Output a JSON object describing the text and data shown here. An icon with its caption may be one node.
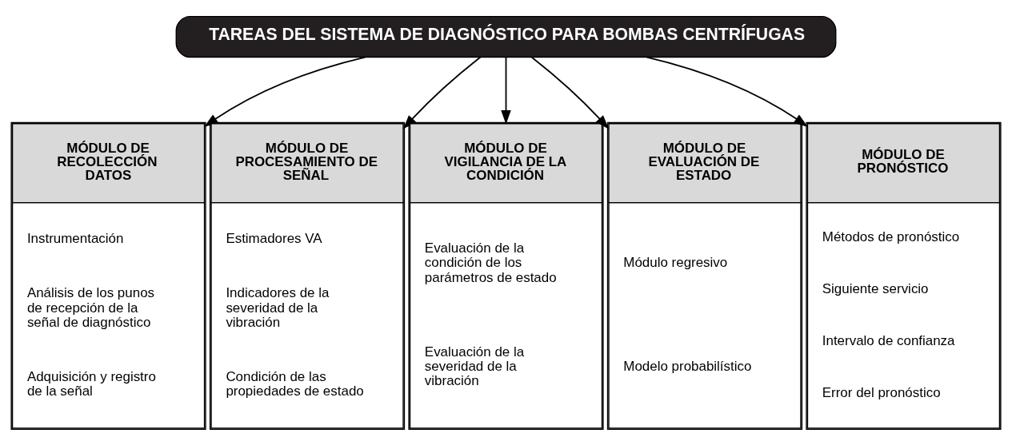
{
  "diagram": {
    "nodes": [
      {
        "text": [
          "TAREAS DEL SISTEMA DE DIAGNÓSTICO PARA BOMBAS CENTRÍFUGAS"
        ]
      },
      {
        "text": [
          "MÓDULO DE RECOLECCIÓN DATOS",
          "Instrumentación",
          "Análisis de los punos de recepción de la señal de diagnóstico",
          "Adquisición y registro de la señal"
        ]
      },
      {
        "text": [
          "MÓDULO DE PROCESAMIENTO DE SEÑAL",
          "Estimadores VA",
          "Indicadores de la severidad de la vibración",
          "Condición de las propiedades de estado"
        ]
      },
      {
        "text": [
          "MÓDULO DE VIGILANCIA DE LA CONDICIÓN",
          "Evaluación de la condición de los parámetros de estado",
          "Evaluación de la severidad de la vibración"
        ]
      },
      {
        "text": [
          "MÓDULO DE EVALUACIÓN DE ESTADO",
          "Módulo regresivo",
          "Modelo probabilístico"
        ]
      },
      {
        "text": [
          "MÓDULO DE PRONÓSTICO",
          "Métodos de pronóstico",
          "Siguiente servicio",
          "Intervalo de confianza",
          "Error del pronóstico"
        ]
      }
    ],
    "edges": [
      {
        "from": 0,
        "to": 1,
        "arrow": "to"
      },
      {
        "from": 0,
        "to": 2,
        "arrow": "to"
      },
      {
        "from": 0,
        "to": 3,
        "arrow": "to"
      },
      {
        "from": 0,
        "to": 4,
        "arrow": "to"
      },
      {
        "from": 0,
        "to": 5,
        "arrow": "to"
      }
    ]
  }
}
